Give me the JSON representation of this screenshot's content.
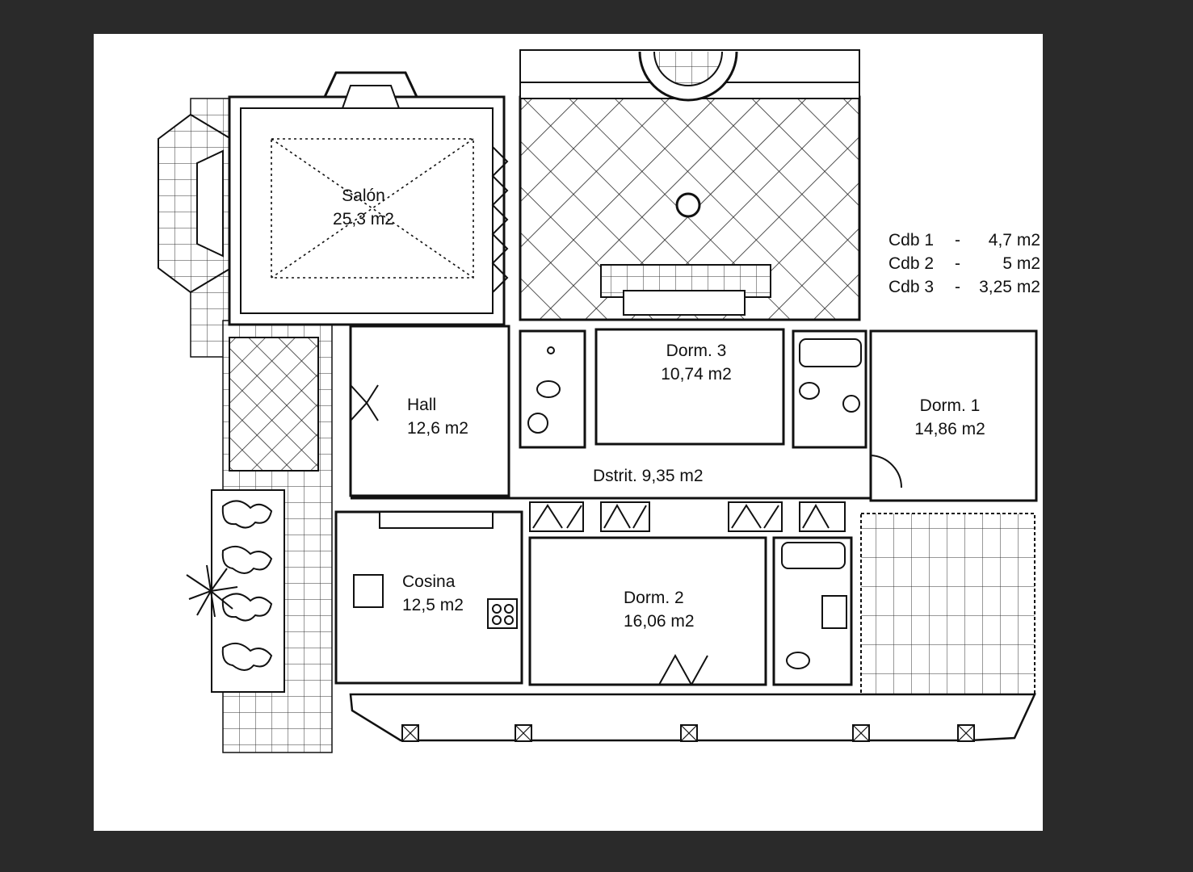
{
  "rooms": {
    "salon": {
      "name": "Salón",
      "area": "25,3 m2"
    },
    "hall": {
      "name": "Hall",
      "area": "12,6 m2"
    },
    "dorm3": {
      "name": "Dorm. 3",
      "area": "10,74 m2"
    },
    "dorm1": {
      "name": "Dorm. 1",
      "area": "14,86 m2"
    },
    "distrib": {
      "label": "Dstrit. 9,35 m2"
    },
    "cocina": {
      "name": "Cosina",
      "area": "12,5 m2"
    },
    "dorm2": {
      "name": "Dorm. 2",
      "area": "16,06 m2"
    }
  },
  "legend": [
    {
      "name": "Cdb 1",
      "sep": "-",
      "value": "4,7 m2"
    },
    {
      "name": "Cdb 2",
      "sep": "-",
      "value": "5 m2"
    },
    {
      "name": "Cdb 3",
      "sep": "-",
      "value": "3,25 m2"
    }
  ],
  "colors": {
    "background": "#2a2a2a",
    "sheet": "#ffffff",
    "ink": "#111111"
  }
}
